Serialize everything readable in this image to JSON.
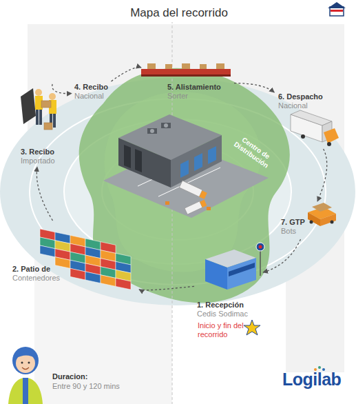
{
  "diagram": {
    "title": "Mapa del recorrido",
    "nodes": [
      {
        "text": [
          "1. Recepción",
          "Cedis Sodimac"
        ]
      },
      {
        "text": [
          "2. Patio de",
          "Contenedores"
        ]
      },
      {
        "text": [
          "3. Recibo",
          "Importado"
        ]
      },
      {
        "text": [
          "4. Recibo",
          "Nacional"
        ]
      },
      {
        "text": [
          "5. Alistamiento",
          "Sorter"
        ]
      },
      {
        "text": [
          "6. Despacho",
          "Nacional"
        ]
      },
      {
        "text": [
          "7. GTP",
          "Bots"
        ]
      }
    ],
    "edges": [
      {
        "from": 0,
        "to": 1,
        "arrow": "to"
      },
      {
        "from": 1,
        "to": 2,
        "arrow": "to"
      },
      {
        "from": 2,
        "to": 3,
        "arrow": "to"
      },
      {
        "from": 3,
        "to": 4,
        "arrow": "to"
      },
      {
        "from": 4,
        "to": 5,
        "arrow": "to"
      },
      {
        "from": 5,
        "to": 6,
        "arrow": "to"
      },
      {
        "from": 6,
        "to": 0,
        "arrow": "to"
      }
    ],
    "labels": [
      "Centro de Distribución",
      "Inicio y fin del recorrido",
      "Duracion:",
      "Entre 90 y 120 mins",
      "Logilab"
    ]
  }
}
